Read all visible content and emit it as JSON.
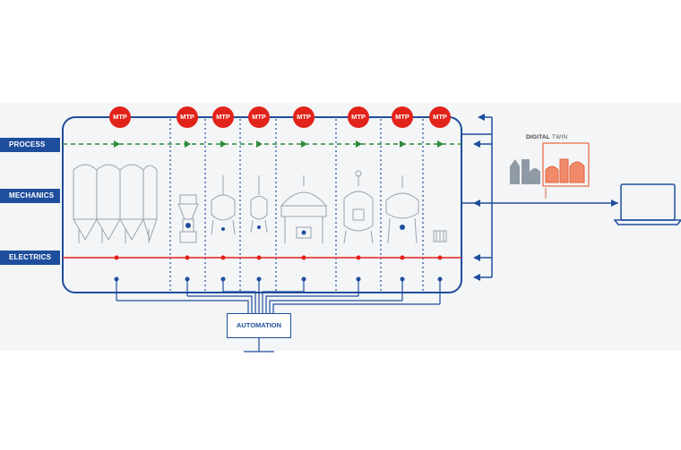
{
  "rows": {
    "process": "PROCESS",
    "mechanics": "MECHANICS",
    "electrics": "ELECTRICS"
  },
  "mtp_label": "MTP",
  "mtp_modules": [
    "MTP",
    "MTP",
    "MTP",
    "MTP",
    "MTP",
    "MTP",
    "MTP",
    "MTP"
  ],
  "automation": "AUTOMATION",
  "digital_twin": {
    "bold": "DIGITAL",
    "rest": "TWIN"
  },
  "colors": {
    "blue": "#1f4e9c",
    "red": "#e2231a",
    "green": "#2e8b3a",
    "grey": "#8f9aa6",
    "orange": "#e8643c"
  },
  "icons": [
    "silo-icon",
    "mill-icon",
    "tank-icon",
    "laptop-icon",
    "digital-twin-icon"
  ]
}
